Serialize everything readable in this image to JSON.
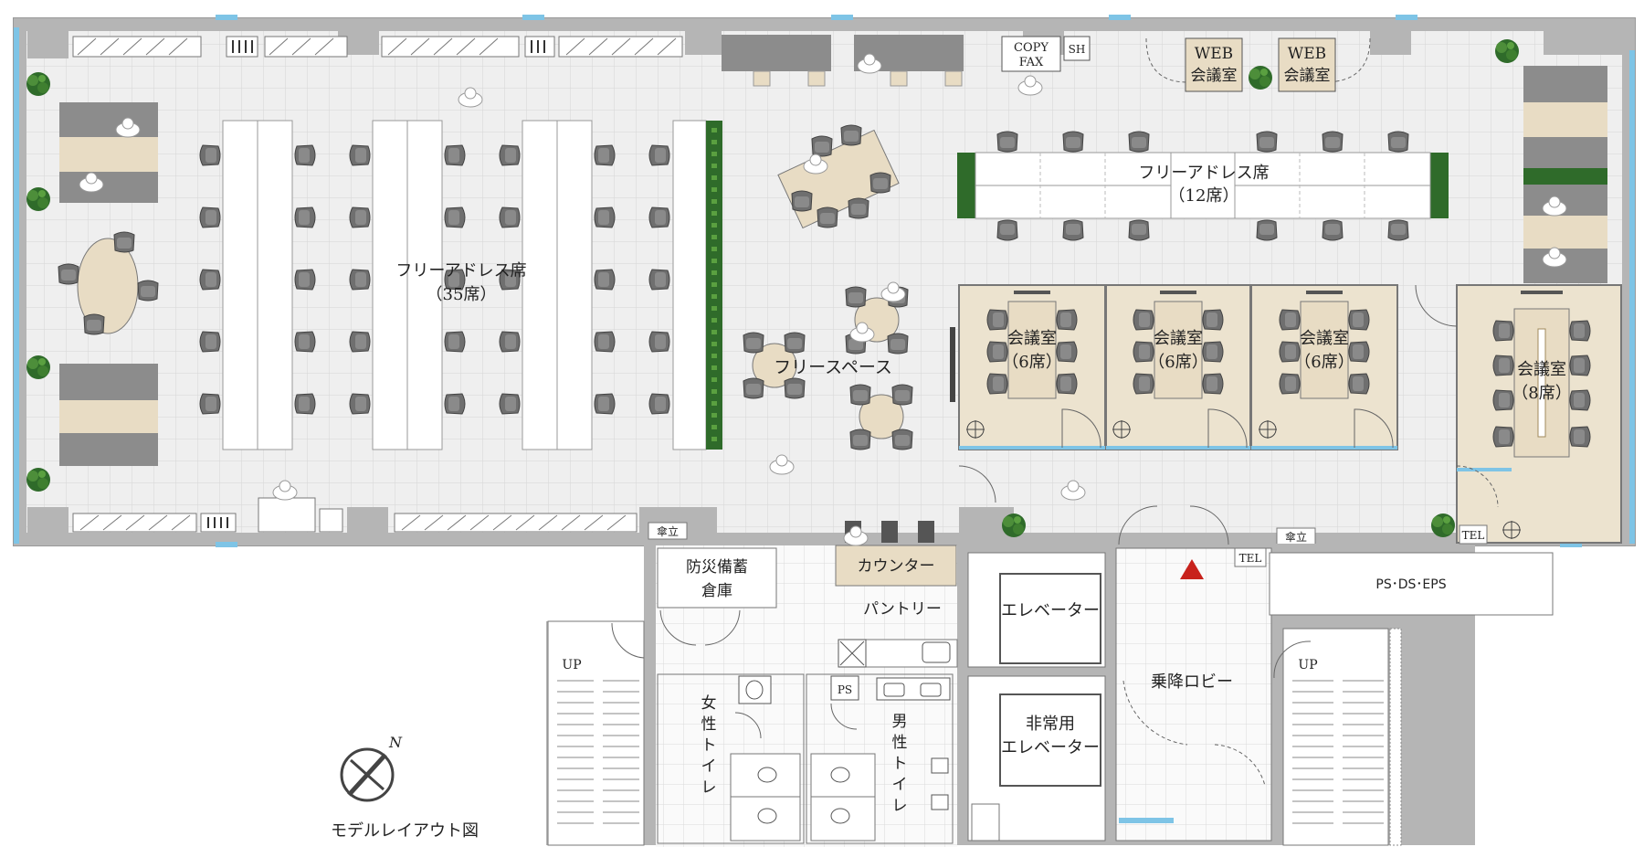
{
  "labels": {
    "free_address_35_line1": "フリーアドレス席",
    "free_address_35_line2": "（35席）",
    "free_address_12_line1": "フリーアドレス席",
    "free_address_12_line2": "（12席）",
    "free_space": "フリースペース",
    "meeting_room": "会議室",
    "seats_6": "（6席）",
    "seats_8": "（8席）",
    "web_meeting_line1": "WEB",
    "web_meeting_line2": "会議室",
    "copy": "COPY",
    "fax": "FAX",
    "sh": "SH",
    "counter": "カウンター",
    "pantry": "パントリー",
    "storage_line1": "防災備蓄",
    "storage_line2": "倉庫",
    "elevator": "エレベーター",
    "emergency_line1": "非常用",
    "emergency_line2": "エレベーター",
    "lobby": "乗降ロビー",
    "ps_ds_eps": "PS･DS･EPS",
    "tel": "TEL",
    "umbrella": "傘立",
    "up": "UP",
    "ps": "PS",
    "women_line1": "女",
    "women_line2": "性",
    "women_line3": "ト",
    "women_line4": "イ",
    "women_line5": "レ",
    "men_line1": "男",
    "men_line2": "性",
    "men_line3": "ト",
    "men_line4": "イ",
    "men_line5": "レ",
    "compass_n": "N",
    "caption": "モデルレイアウト図"
  },
  "colors": {
    "floor": "#efefef",
    "grid": "#d6d6d6",
    "wall": "#b5b5b5",
    "wall_dark": "#8a8a8a",
    "desk": "#ffffff",
    "desk_wood": "#e8dcc4",
    "meeting_floor": "#ece3cf",
    "chair": "#6f6f6f",
    "plant": "#2f6b2a",
    "plant_light": "#5aa040",
    "window": "#7ec4e6",
    "accent_red": "#c8221c",
    "cabinet": "#8c8c8c"
  }
}
